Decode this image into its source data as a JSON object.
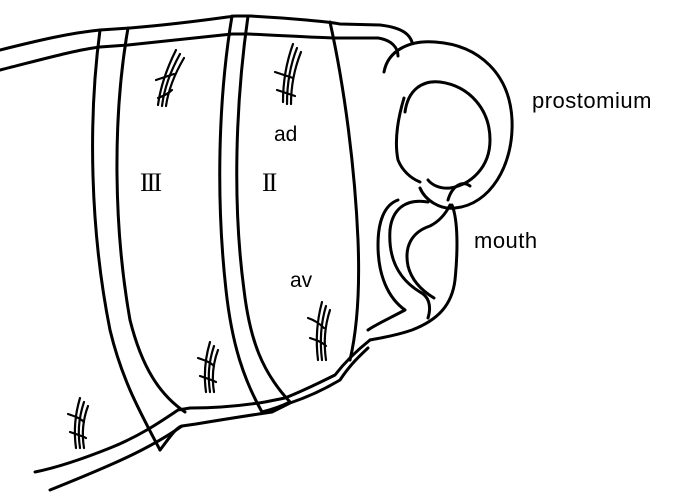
{
  "labels": {
    "prostomium": "prostomium",
    "mouth": "mouth",
    "ad": "ad",
    "av": "av",
    "segment_3": "III",
    "segment_2": "II"
  },
  "colors": {
    "ink": "#000000",
    "background": "#ffffff"
  }
}
